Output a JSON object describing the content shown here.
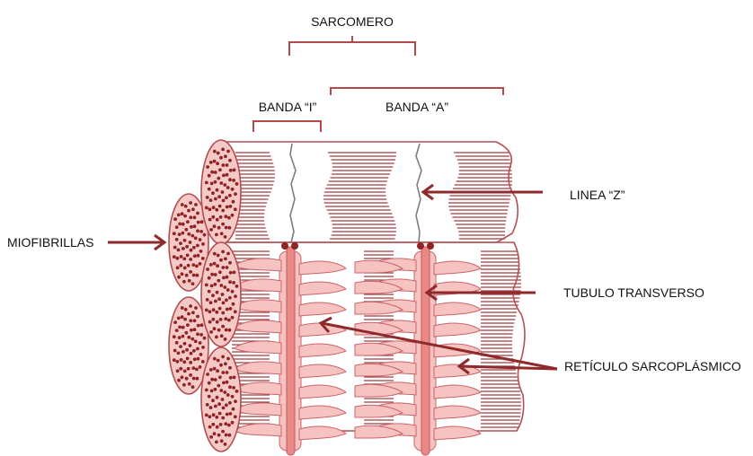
{
  "labels": {
    "sarcomero": "SARCOMERO",
    "banda_i": "BANDA “I”",
    "banda_a": "BANDA “A”",
    "linea_z": "LINEA “Z”",
    "miofibrillas": "MIOFIBRILLAS",
    "tubulo_transverso": "TUBULO TRANSVERSO",
    "reticulo": "RETÍCULO SARCOPLÁSMICO"
  },
  "colors": {
    "accent": "#8e2a2c",
    "brace": "#b8474a",
    "fiber": "#a33b3f",
    "reticulum": "#f7c3c1",
    "tubule": "#e98885"
  }
}
